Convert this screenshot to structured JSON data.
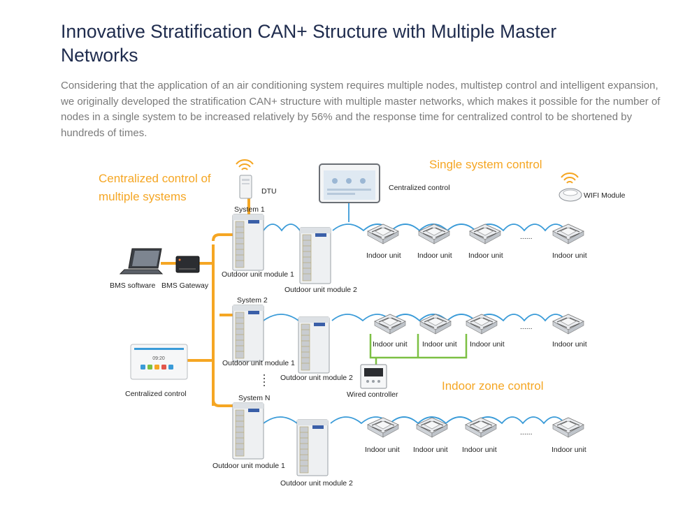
{
  "header": {
    "title": "Innovative Stratification CAN+ Structure with Multiple Master Networks",
    "intro": "Considering that the application of an air conditioning system requires multiple nodes, multistep control and intelligent expansion, we originally developed the stratification CAN+ structure with multiple master networks, which makes it possible for the number of nodes in a single system to be increased relatively by 56% and the response time for centralized control to be shortened by hundreds of times."
  },
  "diagram": {
    "heading_central_line1": "Centralized control of",
    "heading_central_line2": "multiple systems",
    "heading_single": "Single system control",
    "heading_zone": "Indoor zone control",
    "dtu_label": "DTU",
    "wifi_label": "WIFI Module",
    "touch_panel_label": "Centralized control",
    "bms_software_label": "BMS software",
    "bms_gateway_label": "BMS Gateway",
    "wall_panel_label": "Centralized control",
    "wall_panel_time": "09:20",
    "wired_controller_label": "Wired controller",
    "ellipsis": "......",
    "systems": [
      {
        "name": "System 1",
        "outdoor_1": "Outdoor unit module 1",
        "outdoor_2": "Outdoor unit module 2",
        "indoor": [
          "Indoor unit",
          "Indoor unit",
          "Indoor unit",
          "Indoor unit"
        ]
      },
      {
        "name": "System 2",
        "outdoor_1": "Outdoor unit module 1",
        "outdoor_2": "Outdoor unit module 2",
        "indoor": [
          "Indoor unit",
          "Indoor unit",
          "Indoor unit",
          "Indoor unit"
        ]
      },
      {
        "name": "System N",
        "outdoor_1": "Outdoor unit module 1",
        "outdoor_2": "Outdoor unit module 2",
        "indoor": [
          "Indoor unit",
          "Indoor unit",
          "Indoor unit",
          "Indoor unit"
        ]
      }
    ]
  },
  "colors": {
    "orange_bus": "#f5a623",
    "blue_bus": "#3a9bd8",
    "green_bus": "#7cc043",
    "title": "#1e2b4d",
    "body_text": "#7a7a7a"
  }
}
